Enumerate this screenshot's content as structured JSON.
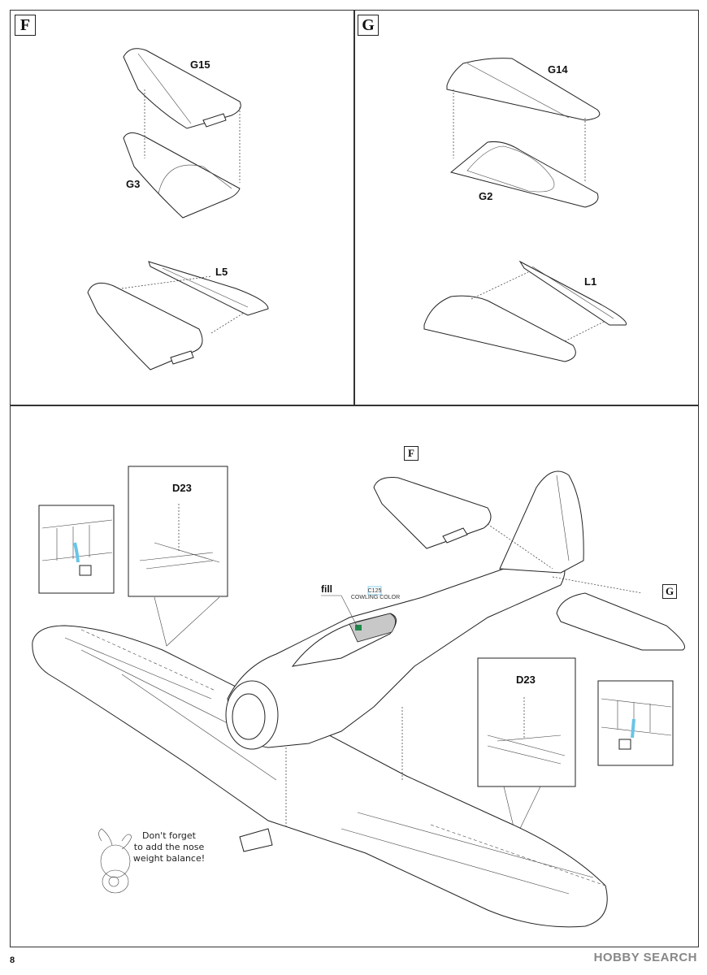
{
  "sections": {
    "F": {
      "letter": "F",
      "parts": {
        "top": "G15",
        "bottom": "G3",
        "flap": "L5"
      }
    },
    "G": {
      "letter": "G",
      "parts": {
        "top": "G14",
        "bottom": "G2",
        "flap": "L1"
      }
    }
  },
  "main": {
    "ref_F": "F",
    "ref_G": "G",
    "detail_left": {
      "part": "D23"
    },
    "detail_right": {
      "part": "D23"
    },
    "fill_label": "fill",
    "paint_code": "C125",
    "paint_name": "COWLING COLOR",
    "note_lines": [
      "Don't forget",
      "to add the nose",
      "weight balance!"
    ]
  },
  "footer": {
    "page_number": "8",
    "watermark": "HOBBY SEARCH"
  }
}
